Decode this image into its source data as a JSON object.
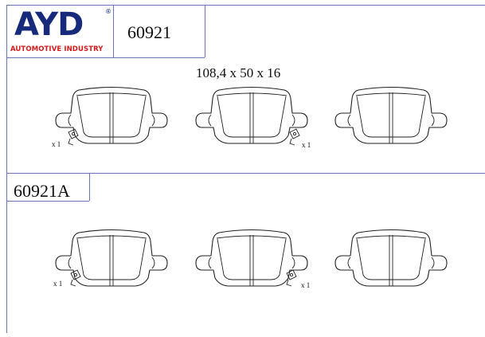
{
  "brand": {
    "logo_text": "AYD",
    "registered_mark": "®",
    "tagline": "AUTOMOTIVE INDUSTRY",
    "logo_color": "#16297a",
    "tagline_color": "#d61a1a"
  },
  "header": {
    "part_number": "60921"
  },
  "spec": {
    "dimensions": "108,4  x 50 x 16"
  },
  "variant": {
    "part_number": "60921A"
  },
  "quantity_labels": {
    "top_left": "x 1",
    "top_middle": "x 1",
    "bottom_left": "x 1",
    "bottom_middle": "x 1"
  },
  "colors": {
    "frame": "#6b74b8",
    "drawing": "#222222"
  }
}
